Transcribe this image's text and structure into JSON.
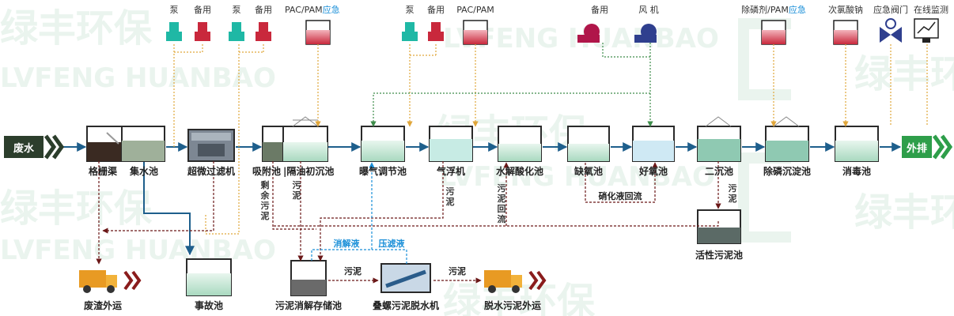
{
  "watermark": {
    "cn": "绿丰环保",
    "en": "LVFENG HUANBAO"
  },
  "io": {
    "inlet": "废水",
    "outlet": "外排"
  },
  "units": {
    "grid": "格栅渠",
    "collect": "集水池",
    "ultra": "超微过滤机",
    "adsorb": "吸附池",
    "oilsep": "隔油初沉池",
    "aerate": "曝气调节池",
    "float": "气浮机",
    "hydro": "水解酸化池",
    "anoxic": "缺氧池",
    "aerobic": "好氧池",
    "second": "二沉池",
    "phos": "除磷沉淀池",
    "disinfect": "消毒池",
    "accident": "事故池",
    "sludge_store": "污泥消解存储池",
    "press": "叠螺污泥脱水机",
    "active_sludge": "活性污泥池",
    "slag_out": "废渣外运",
    "sludge_out": "脱水污泥外运"
  },
  "equipment": {
    "pump": "泵",
    "standby": "备用",
    "pac_pam": "PAC/PAM",
    "emergency": "应急",
    "blower": "风 机",
    "phos_agent": "除磷剂/PAM",
    "hypochlorite": "次氯酸钠",
    "emergency_valve": "应急阀门",
    "online_monitor": "在线监测"
  },
  "flows": {
    "sludge": "污泥",
    "residual_sludge": "剩余污泥",
    "sludge_return": "污泥回流",
    "nitrate_return": "硝化液回流",
    "digest_liquid": "消解液",
    "press_filtrate": "压滤液"
  },
  "colors": {
    "water": "#1e5f8c",
    "sludge": "#6b1818",
    "air": "#3d8c4a",
    "chem": "#e0a63a",
    "filtrate": "#1a8fd8",
    "brand": "#2e9e4a",
    "inlet": "#2c3e2c"
  }
}
